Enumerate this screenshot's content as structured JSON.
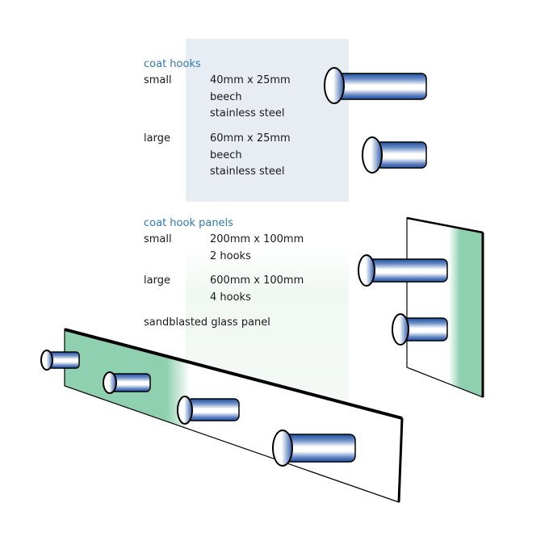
{
  "coat_hooks": {
    "heading": "coat hooks",
    "small": {
      "label": "small",
      "lines": [
        "40mm x 25mm",
        "beech",
        "stainless steel"
      ]
    },
    "large": {
      "label": "large",
      "lines": [
        "60mm x 25mm",
        "beech",
        "stainless steel"
      ]
    }
  },
  "coat_hook_panels": {
    "heading": "coat hook panels",
    "small": {
      "label": "small",
      "lines": [
        "200mm x 100mm",
        "2 hooks"
      ]
    },
    "large": {
      "label": "large",
      "lines": [
        "600mm x 100mm",
        "4 hooks"
      ]
    },
    "note": "sandblasted glass panel"
  },
  "colors": {
    "hook_blue": "#1d4fa0",
    "glass_green": "#8fd0b0",
    "heading_blue": "#2f7ab8",
    "panel_shade": "#e8edf4"
  }
}
